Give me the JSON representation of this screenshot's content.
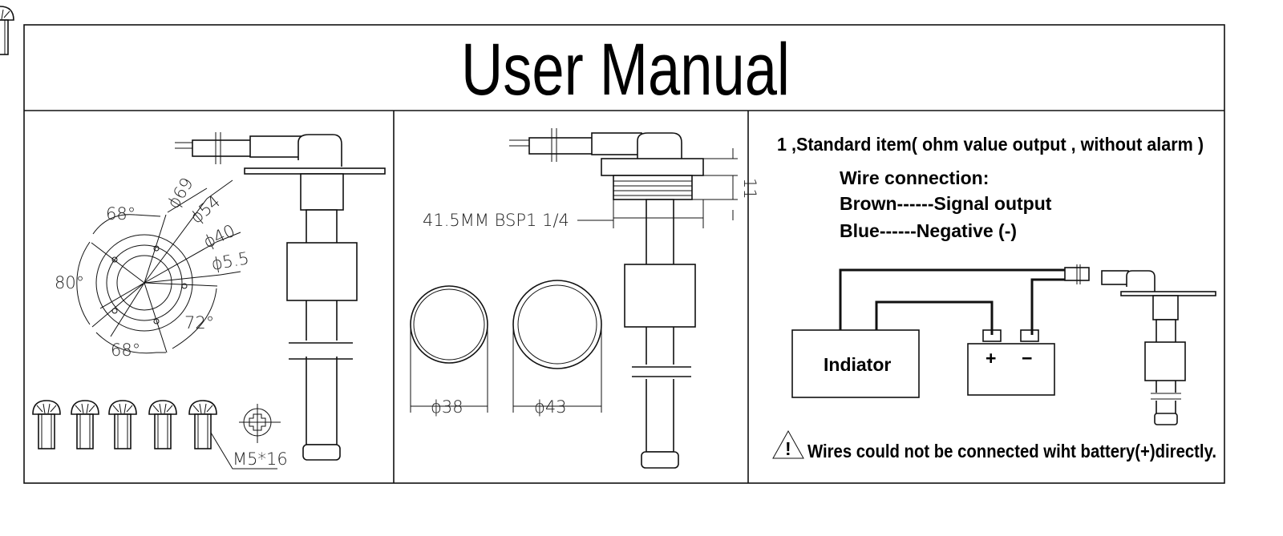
{
  "title": "User Manual",
  "panel_mounting": {
    "diameters": [
      "ϕ69",
      "ϕ54",
      "ϕ40",
      "ϕ5.5"
    ],
    "angles": [
      "68°",
      "80°",
      "68°",
      "72°"
    ],
    "screw_label": "M5*16"
  },
  "panel_thread": {
    "thread_label": "41.5MM  BSP1 1/4",
    "height_label": "11",
    "float_diameters": [
      "ϕ38",
      "ϕ43"
    ]
  },
  "panel_wiring": {
    "heading": "1 ,Standard item( ohm value output , without alarm )",
    "wire_title": "Wire connection:",
    "wire_lines": [
      "Brown------Signal output",
      "Blue------Negative (-)"
    ],
    "indicator_label": "Indiator",
    "battery_plus": "+",
    "battery_minus": "−",
    "warning_symbol": "!",
    "warning": "Wires could not be connected wiht battery(+)directly."
  }
}
